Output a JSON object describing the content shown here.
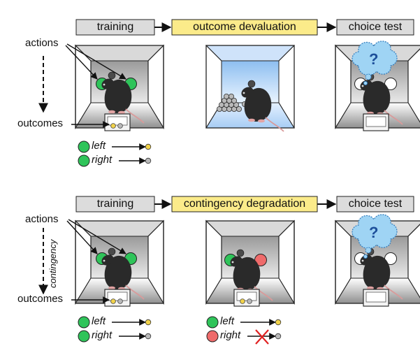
{
  "panels": [
    {
      "stages": [
        "training",
        "outcome devaluation",
        "choice test"
      ],
      "side_labels": {
        "actions": "actions",
        "outcomes": "outcomes"
      },
      "legend": {
        "left": "left",
        "right": "right"
      }
    },
    {
      "stages": [
        "training",
        "contingency degradation",
        "choice test"
      ],
      "side_labels": {
        "actions": "actions",
        "outcomes": "outcomes",
        "contingency": "contingency"
      },
      "legend": {
        "left": "left",
        "right": "right"
      },
      "degradation_legend": {
        "left": "left",
        "right": "right"
      }
    }
  ],
  "thought_bubble_text": "?",
  "colors": {
    "stage_box": "#dcdcdc",
    "highlight_box": "#fbeb8a",
    "action_green": "#2fc45a",
    "action_red": "#ef6b6b",
    "pellet_yellow": "#f2d34a",
    "pellet_gray": "#b9b9b9",
    "thought_blue": "#9fd4f4",
    "devalued_chamber": "#a9cdf4",
    "cross_red": "#e02020"
  }
}
